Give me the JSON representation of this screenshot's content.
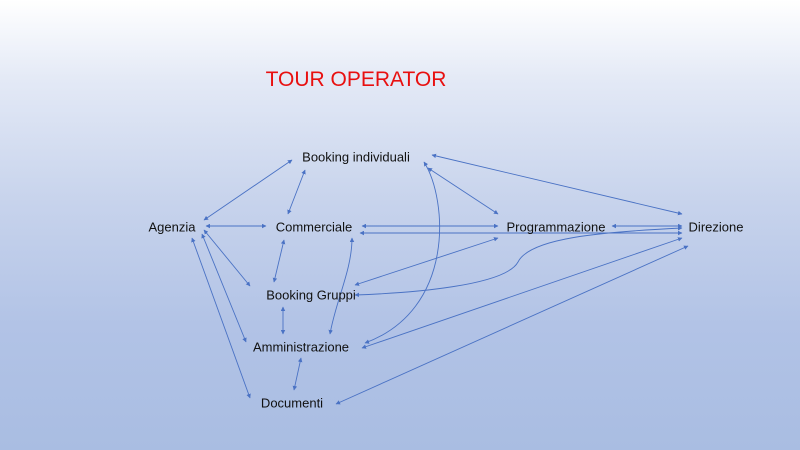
{
  "title": "TOUR OPERATOR",
  "colors": {
    "title": "#e81010",
    "arrow": "#4a72c4"
  },
  "nodes": {
    "booking_individuali": "Booking individuali",
    "agenzia": "Agenzia",
    "commerciale": "Commerciale",
    "programmazione": "Programmazione",
    "direzione": "Direzione",
    "booking_gruppi": "Booking Gruppi",
    "amministrazione": "Amministrazione",
    "documenti": "Documenti"
  },
  "edges": [
    [
      "agenzia",
      "booking_individuali"
    ],
    [
      "agenzia",
      "commerciale"
    ],
    [
      "agenzia",
      "booking_gruppi"
    ],
    [
      "agenzia",
      "amministrazione"
    ],
    [
      "agenzia",
      "documenti"
    ],
    [
      "booking_individuali",
      "commerciale"
    ],
    [
      "booking_individuali",
      "programmazione"
    ],
    [
      "booking_individuali",
      "direzione"
    ],
    [
      "booking_individuali",
      "amministrazione"
    ],
    [
      "commerciale",
      "booking_gruppi"
    ],
    [
      "commerciale",
      "programmazione"
    ],
    [
      "commerciale",
      "direzione"
    ],
    [
      "commerciale",
      "amministrazione"
    ],
    [
      "programmazione",
      "direzione"
    ],
    [
      "programmazione",
      "booking_gruppi"
    ],
    [
      "direzione",
      "booking_gruppi"
    ],
    [
      "direzione",
      "amministrazione"
    ],
    [
      "direzione",
      "documenti"
    ],
    [
      "booking_gruppi",
      "amministrazione"
    ],
    [
      "amministrazione",
      "documenti"
    ]
  ]
}
